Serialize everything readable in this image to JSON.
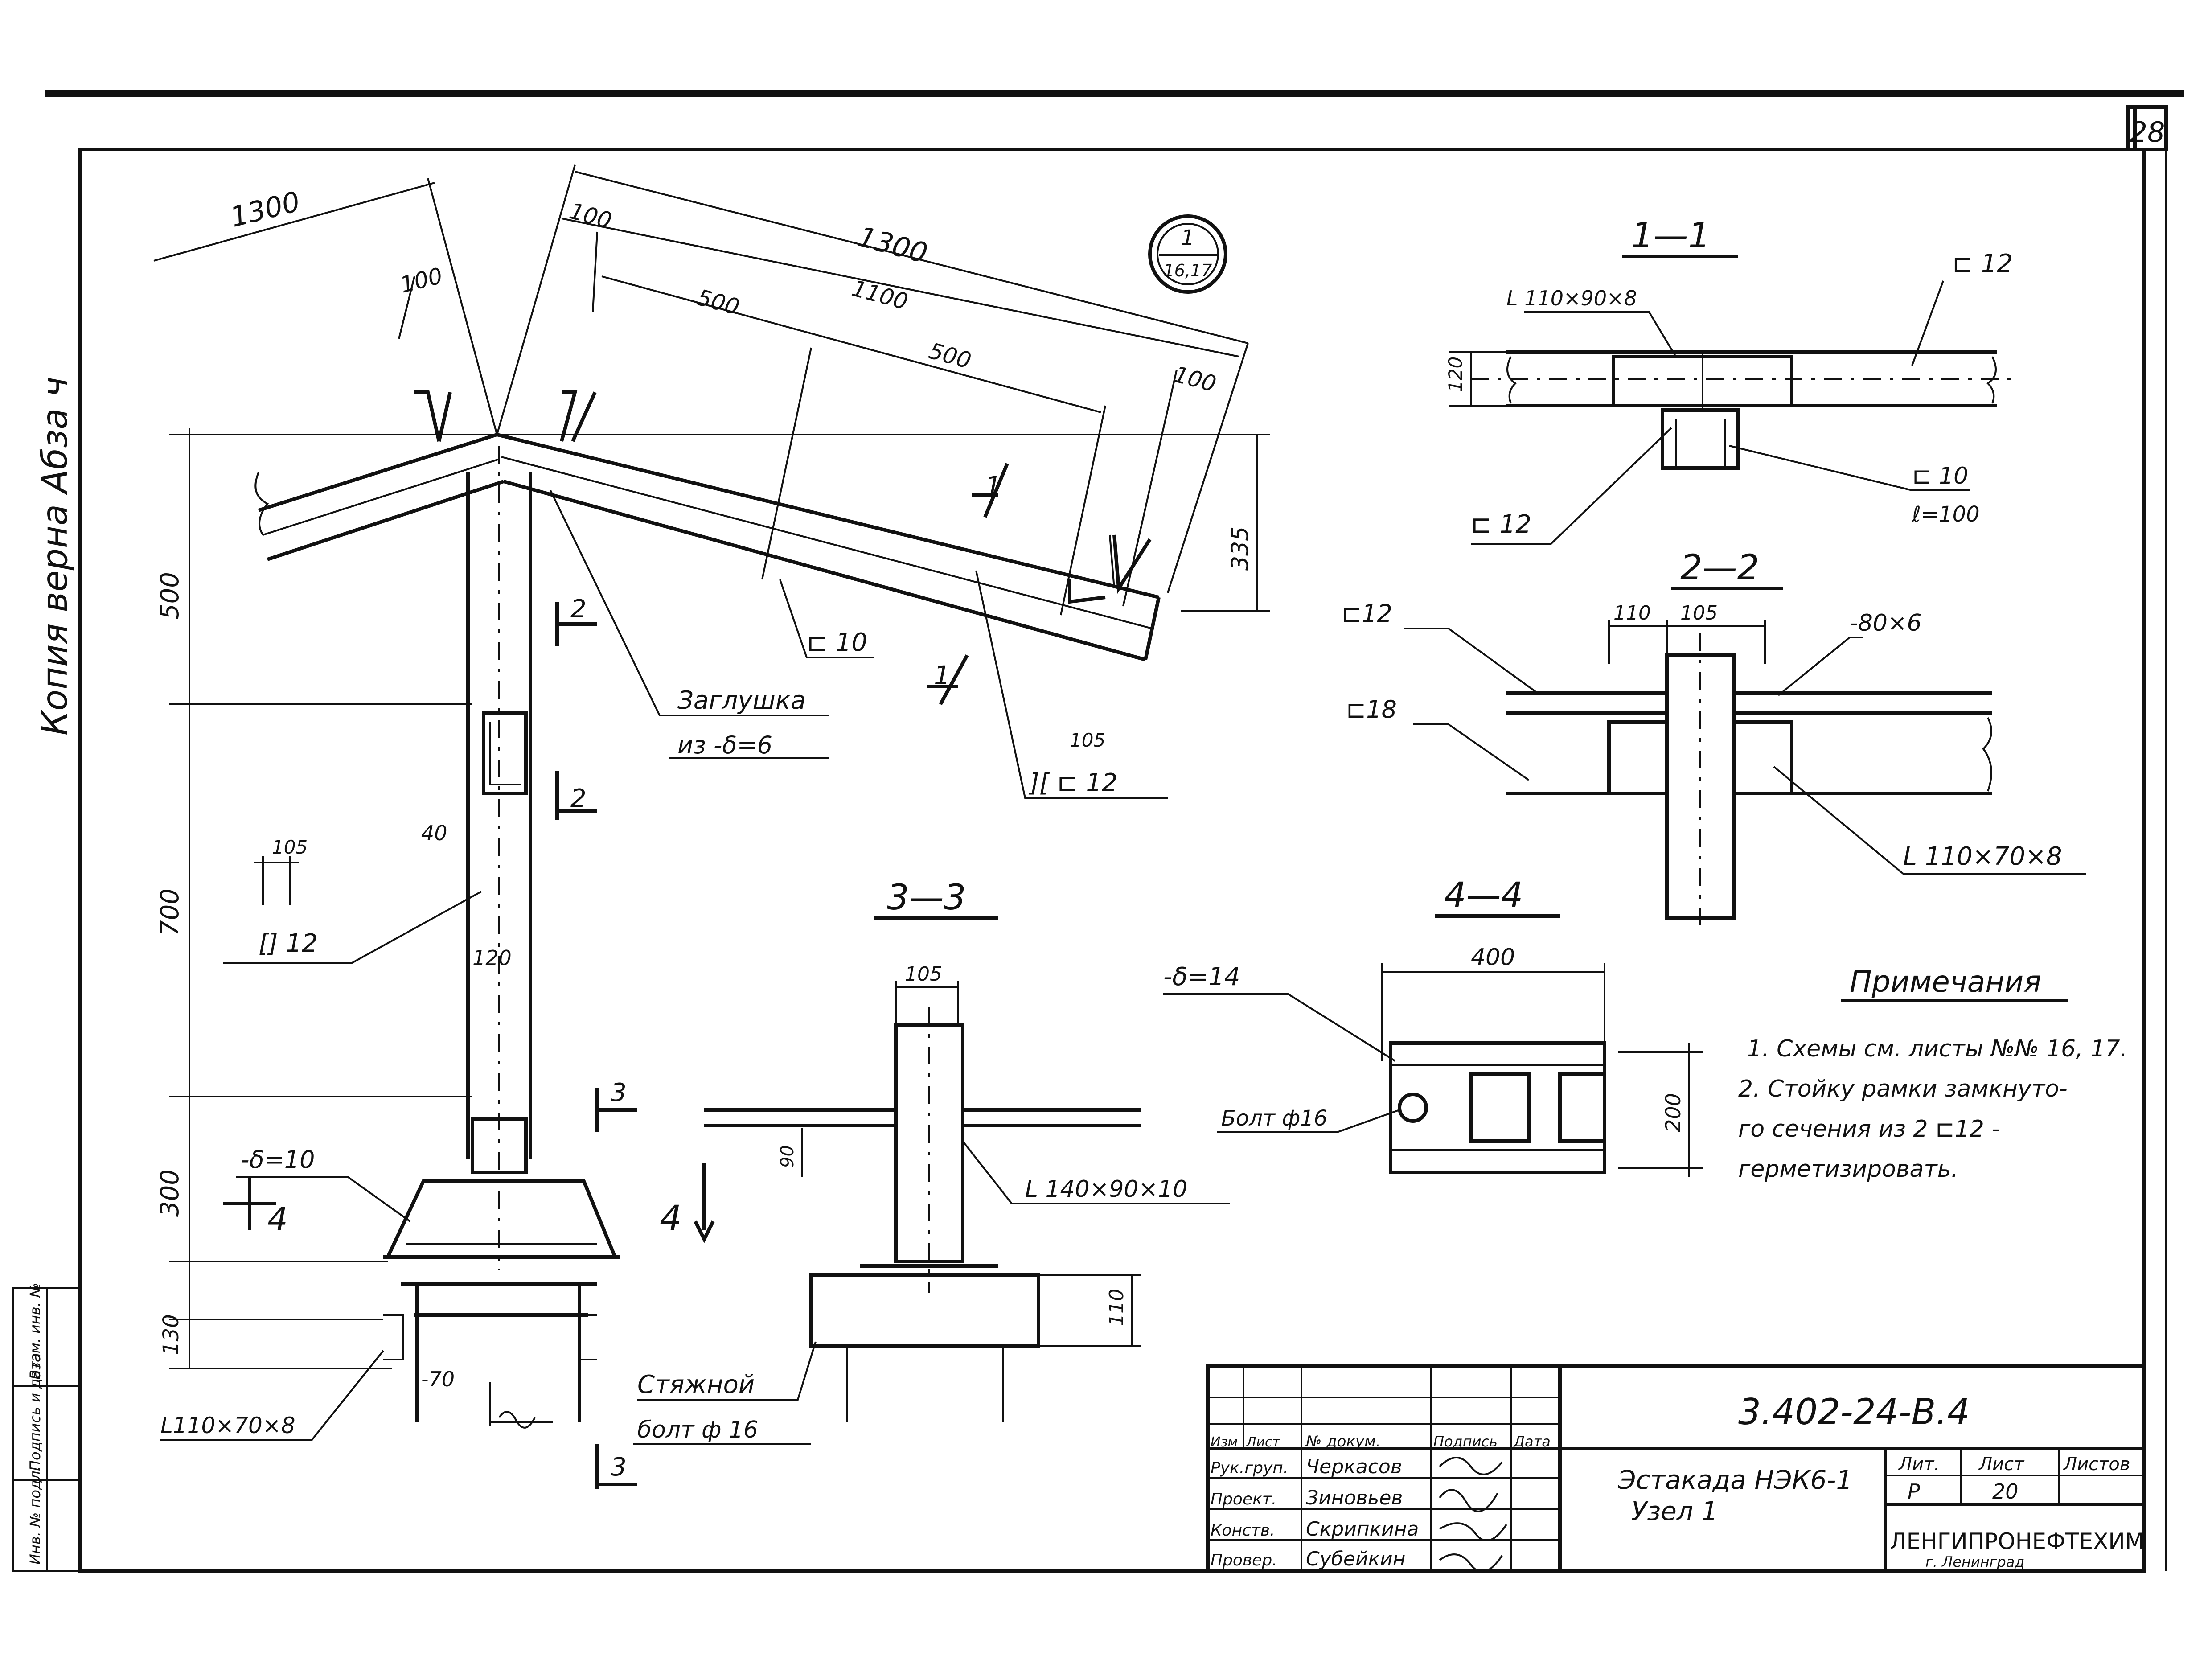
{
  "sheet": {
    "page_number": "28",
    "side_stamp": "Копия верна Абза ч",
    "detail_ref": {
      "top": "1",
      "bottom": "16,17"
    }
  },
  "node": {
    "dims": [
      "1300",
      "100",
      "1300",
      "100",
      "1100",
      "500",
      "500",
      "100",
      "500",
      "700",
      "300",
      "130",
      "335",
      "40",
      "120",
      "-70"
    ],
    "labels": {
      "c10": "⊏ 10",
      "plug_title": "Заглушка",
      "plug_spec": "из -δ=6",
      "c12_pair_dim": "105",
      "c12_pair": "][ ⊏ 12",
      "col_pair_dim": "105",
      "col_pair": "[] 12",
      "base_plate": "-δ=10",
      "angle": "L110×70×8",
      "sec_1": "1",
      "sec_2": "2",
      "sec_3": "3",
      "sec_4": "4"
    }
  },
  "section_1_1": {
    "title": "1—1",
    "angle": "L 110×90×8",
    "c12_top": "⊏ 12",
    "c10": "⊏ 10",
    "c10_len": "ℓ=100",
    "c12_bottom": "⊏ 12",
    "dim": "120"
  },
  "section_2_2": {
    "title": "2—2",
    "dims": [
      "110",
      "105"
    ],
    "c12": "⊏12",
    "c18": "⊏18",
    "plate": "-80×6",
    "angle": "L 110×70×8"
  },
  "section_3_3": {
    "title": "3—3",
    "dims": [
      "105",
      "90",
      "110"
    ],
    "angle": "L 140×90×10",
    "bolt_title": "Стяжной",
    "bolt_spec": "болт ф 16",
    "section_mark": "4"
  },
  "section_4_4": {
    "title": "4—4",
    "plate": "-δ=14",
    "dim_width": "400",
    "dim_height": "200",
    "bolt": "Болт ф16"
  },
  "notes": {
    "title": "Примечания",
    "lines": [
      "1. Схемы см. листы №№ 16, 17.",
      "2. Стойку рамки замкнуто-",
      "го сечения из 2 ⊏12 -",
      "герметизировать."
    ]
  },
  "title_block": {
    "code": "3.402-24-В.4",
    "headers": [
      "Изм",
      "Лист",
      "№ докум.",
      "Подпись",
      "Дата"
    ],
    "staff": [
      {
        "role": "Рук.груп.",
        "name": "Черкасов"
      },
      {
        "role": "Проект.",
        "name": "Зиновьев"
      },
      {
        "role": "Конств.",
        "name": "Скрипкина"
      },
      {
        "role": "Провер.",
        "name": "Субейкин"
      }
    ],
    "name_line1": "Эстакада НЭК6-1",
    "name_line2": "Узел 1",
    "stage_header": "Лит.",
    "sheet_header": "Лист",
    "sheets_header": "Листов",
    "stage": "Р",
    "sheet": "20",
    "org": "ЛЕНГИПРОНЕФТЕХИМ",
    "city": "г. Ленинград"
  },
  "left_strip": {
    "cells": [
      "Инв. № подл.",
      "Подпись и дата",
      "Взам. инв. №"
    ]
  }
}
